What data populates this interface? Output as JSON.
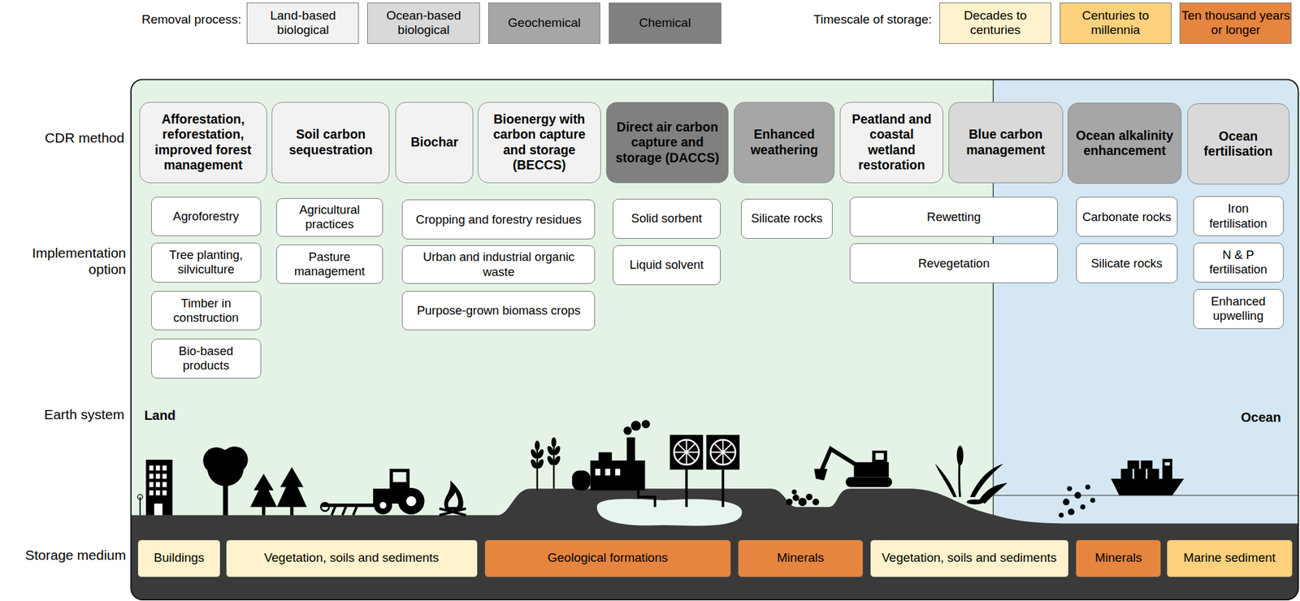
{
  "diagram": {
    "nodes": [
      {
        "text": [
          "Afforestation, reforestation, improved forest management"
        ]
      },
      {
        "text": [
          "Soil carbon sequestration"
        ]
      },
      {
        "text": [
          "Biochar"
        ]
      },
      {
        "text": [
          "Bioenergy with carbon capture and storage (BECCS)"
        ]
      },
      {
        "text": [
          "Direct air carbon capture and storage (DACCS)"
        ]
      },
      {
        "text": [
          "Enhanced weathering"
        ]
      },
      {
        "text": [
          "Peatland and coastal wetland restoration"
        ]
      },
      {
        "text": [
          "Blue carbon management"
        ]
      },
      {
        "text": [
          "Ocean alkalinity enhancement"
        ]
      },
      {
        "text": [
          "Ocean fertilisation"
        ]
      },
      {
        "text": [
          "Agroforestry"
        ]
      },
      {
        "text": [
          "Tree planting, silviculture"
        ]
      },
      {
        "text": [
          "Timber in construction"
        ]
      },
      {
        "text": [
          "Bio-based products"
        ]
      },
      {
        "text": [
          "Agricultural practices"
        ]
      },
      {
        "text": [
          "Pasture management"
        ]
      },
      {
        "text": [
          "Cropping and forestry residues"
        ]
      },
      {
        "text": [
          "Urban and industrial organic waste"
        ]
      },
      {
        "text": [
          "Purpose-grown biomass crops"
        ]
      },
      {
        "text": [
          "Solid sorbent"
        ]
      },
      {
        "text": [
          "Liquid solvent"
        ]
      },
      {
        "text": [
          "Silicate rocks"
        ]
      },
      {
        "text": [
          "Rewetting"
        ]
      },
      {
        "text": [
          "Revegetation"
        ]
      },
      {
        "text": [
          "Carbonate rocks"
        ]
      },
      {
        "text": [
          "Silicate rocks"
        ]
      },
      {
        "text": [
          "Iron fertilisation"
        ]
      },
      {
        "text": [
          "N & P fertilisation"
        ]
      },
      {
        "text": [
          "Enhanced upwelling"
        ]
      },
      {
        "text": [
          "Buildings"
        ]
      },
      {
        "text": [
          "Vegetation, soils and sediments"
        ]
      },
      {
        "text": [
          "Geological formations"
        ]
      },
      {
        "text": [
          "Minerals"
        ]
      },
      {
        "text": [
          "Vegetation, soils and sediments"
        ]
      },
      {
        "text": [
          "Minerals"
        ]
      },
      {
        "text": [
          "Marine sediment"
        ]
      }
    ],
    "labels": [
      "Removal process:",
      "Timescale of storage:",
      "CDR method",
      "Implementation option",
      "Earth system",
      "Land",
      "Ocean",
      "Storage medium"
    ],
    "legend": [
      {
        "text": "Land-based biological",
        "color": "#f2f2f2"
      },
      {
        "text": "Ocean-based biological",
        "color": "#d9d9d9"
      },
      {
        "text": "Geochemical",
        "color": "#a6a6a6"
      },
      {
        "text": "Chemical",
        "color": "#808080"
      },
      {
        "text": "Decades to centuries",
        "color": "#fff2cc"
      },
      {
        "text": "Centuries to millennia",
        "color": "#fed17c"
      },
      {
        "text": "Ten thousand years or longer",
        "color": "#e6853f"
      }
    ]
  }
}
